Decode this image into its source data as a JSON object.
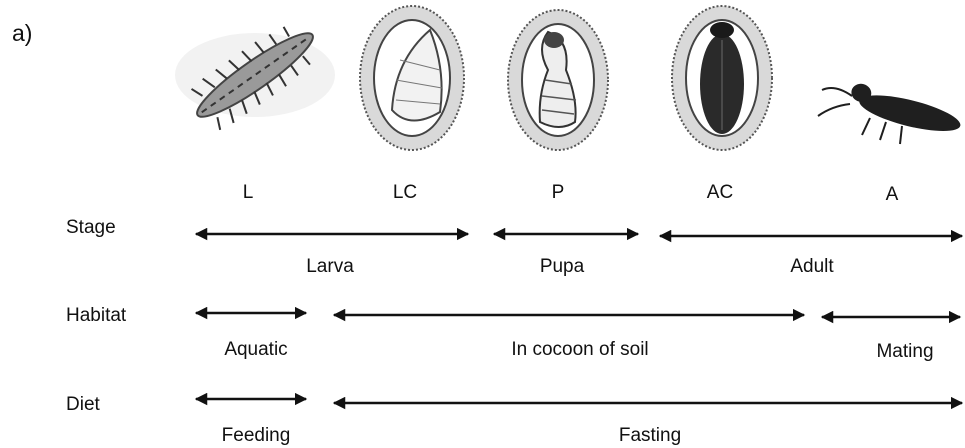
{
  "panel_label": "a)",
  "stages": [
    {
      "code": "L",
      "icon": "larva-icon"
    },
    {
      "code": "LC",
      "icon": "larva-in-cocoon-icon"
    },
    {
      "code": "P",
      "icon": "pupa-in-cocoon-icon"
    },
    {
      "code": "AC",
      "icon": "adult-in-cocoon-icon"
    },
    {
      "code": "A",
      "icon": "adult-beetle-icon"
    }
  ],
  "rows": {
    "stage": {
      "label": "Stage",
      "spans": [
        "Larva",
        "Pupa",
        "Adult"
      ]
    },
    "habitat": {
      "label": "Habitat",
      "spans": [
        "Aquatic",
        "In cocoon of soil",
        "Mating"
      ]
    },
    "diet": {
      "label": "Diet",
      "spans": [
        "Feeding",
        "Fasting"
      ]
    }
  },
  "colors": {
    "ink": "#111111",
    "cocoon": "#d9d9d9"
  }
}
